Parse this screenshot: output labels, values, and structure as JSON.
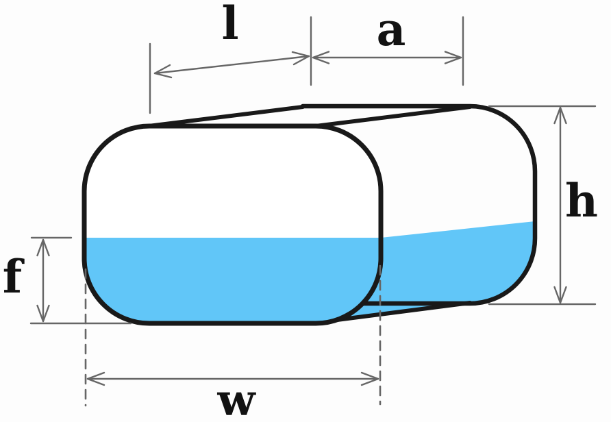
{
  "diagram": {
    "title": "partially-filled horizontal oval tank with dimension arrows",
    "labels": {
      "l": "l",
      "a": "a",
      "h": "h",
      "f": "f",
      "w": "w"
    }
  },
  "colors": {
    "background": "#fdfdfd",
    "liquid": "#61c6f8",
    "outline": "#191919",
    "dimension": "#666666",
    "label": "#121212"
  }
}
